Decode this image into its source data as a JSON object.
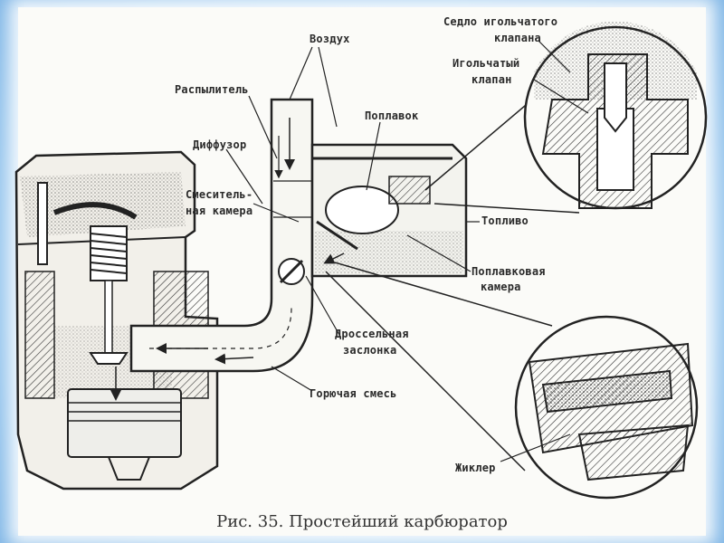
{
  "labels": {
    "air": "Воздух",
    "sprayer": "Распылитель",
    "diffuser": "Диффузор",
    "mixing_chamber_l1": "Смеситель-",
    "mixing_chamber_l2": "ная камера",
    "float": "Поплавок",
    "needle_seat_l1": "Седло игольчатого",
    "needle_seat_l2": "клапана",
    "needle_valve_l1": "Игольчатый",
    "needle_valve_l2": "клапан",
    "fuel": "Топливо",
    "float_chamber_l1": "Поплавковая",
    "float_chamber_l2": "камера",
    "throttle_l1": "Дроссельная",
    "throttle_l2": "заслонка",
    "fuel_mixture": "Горючая смесь",
    "jet": "Жиклер"
  },
  "caption": "Рис. 35. Простейший карбюратор"
}
